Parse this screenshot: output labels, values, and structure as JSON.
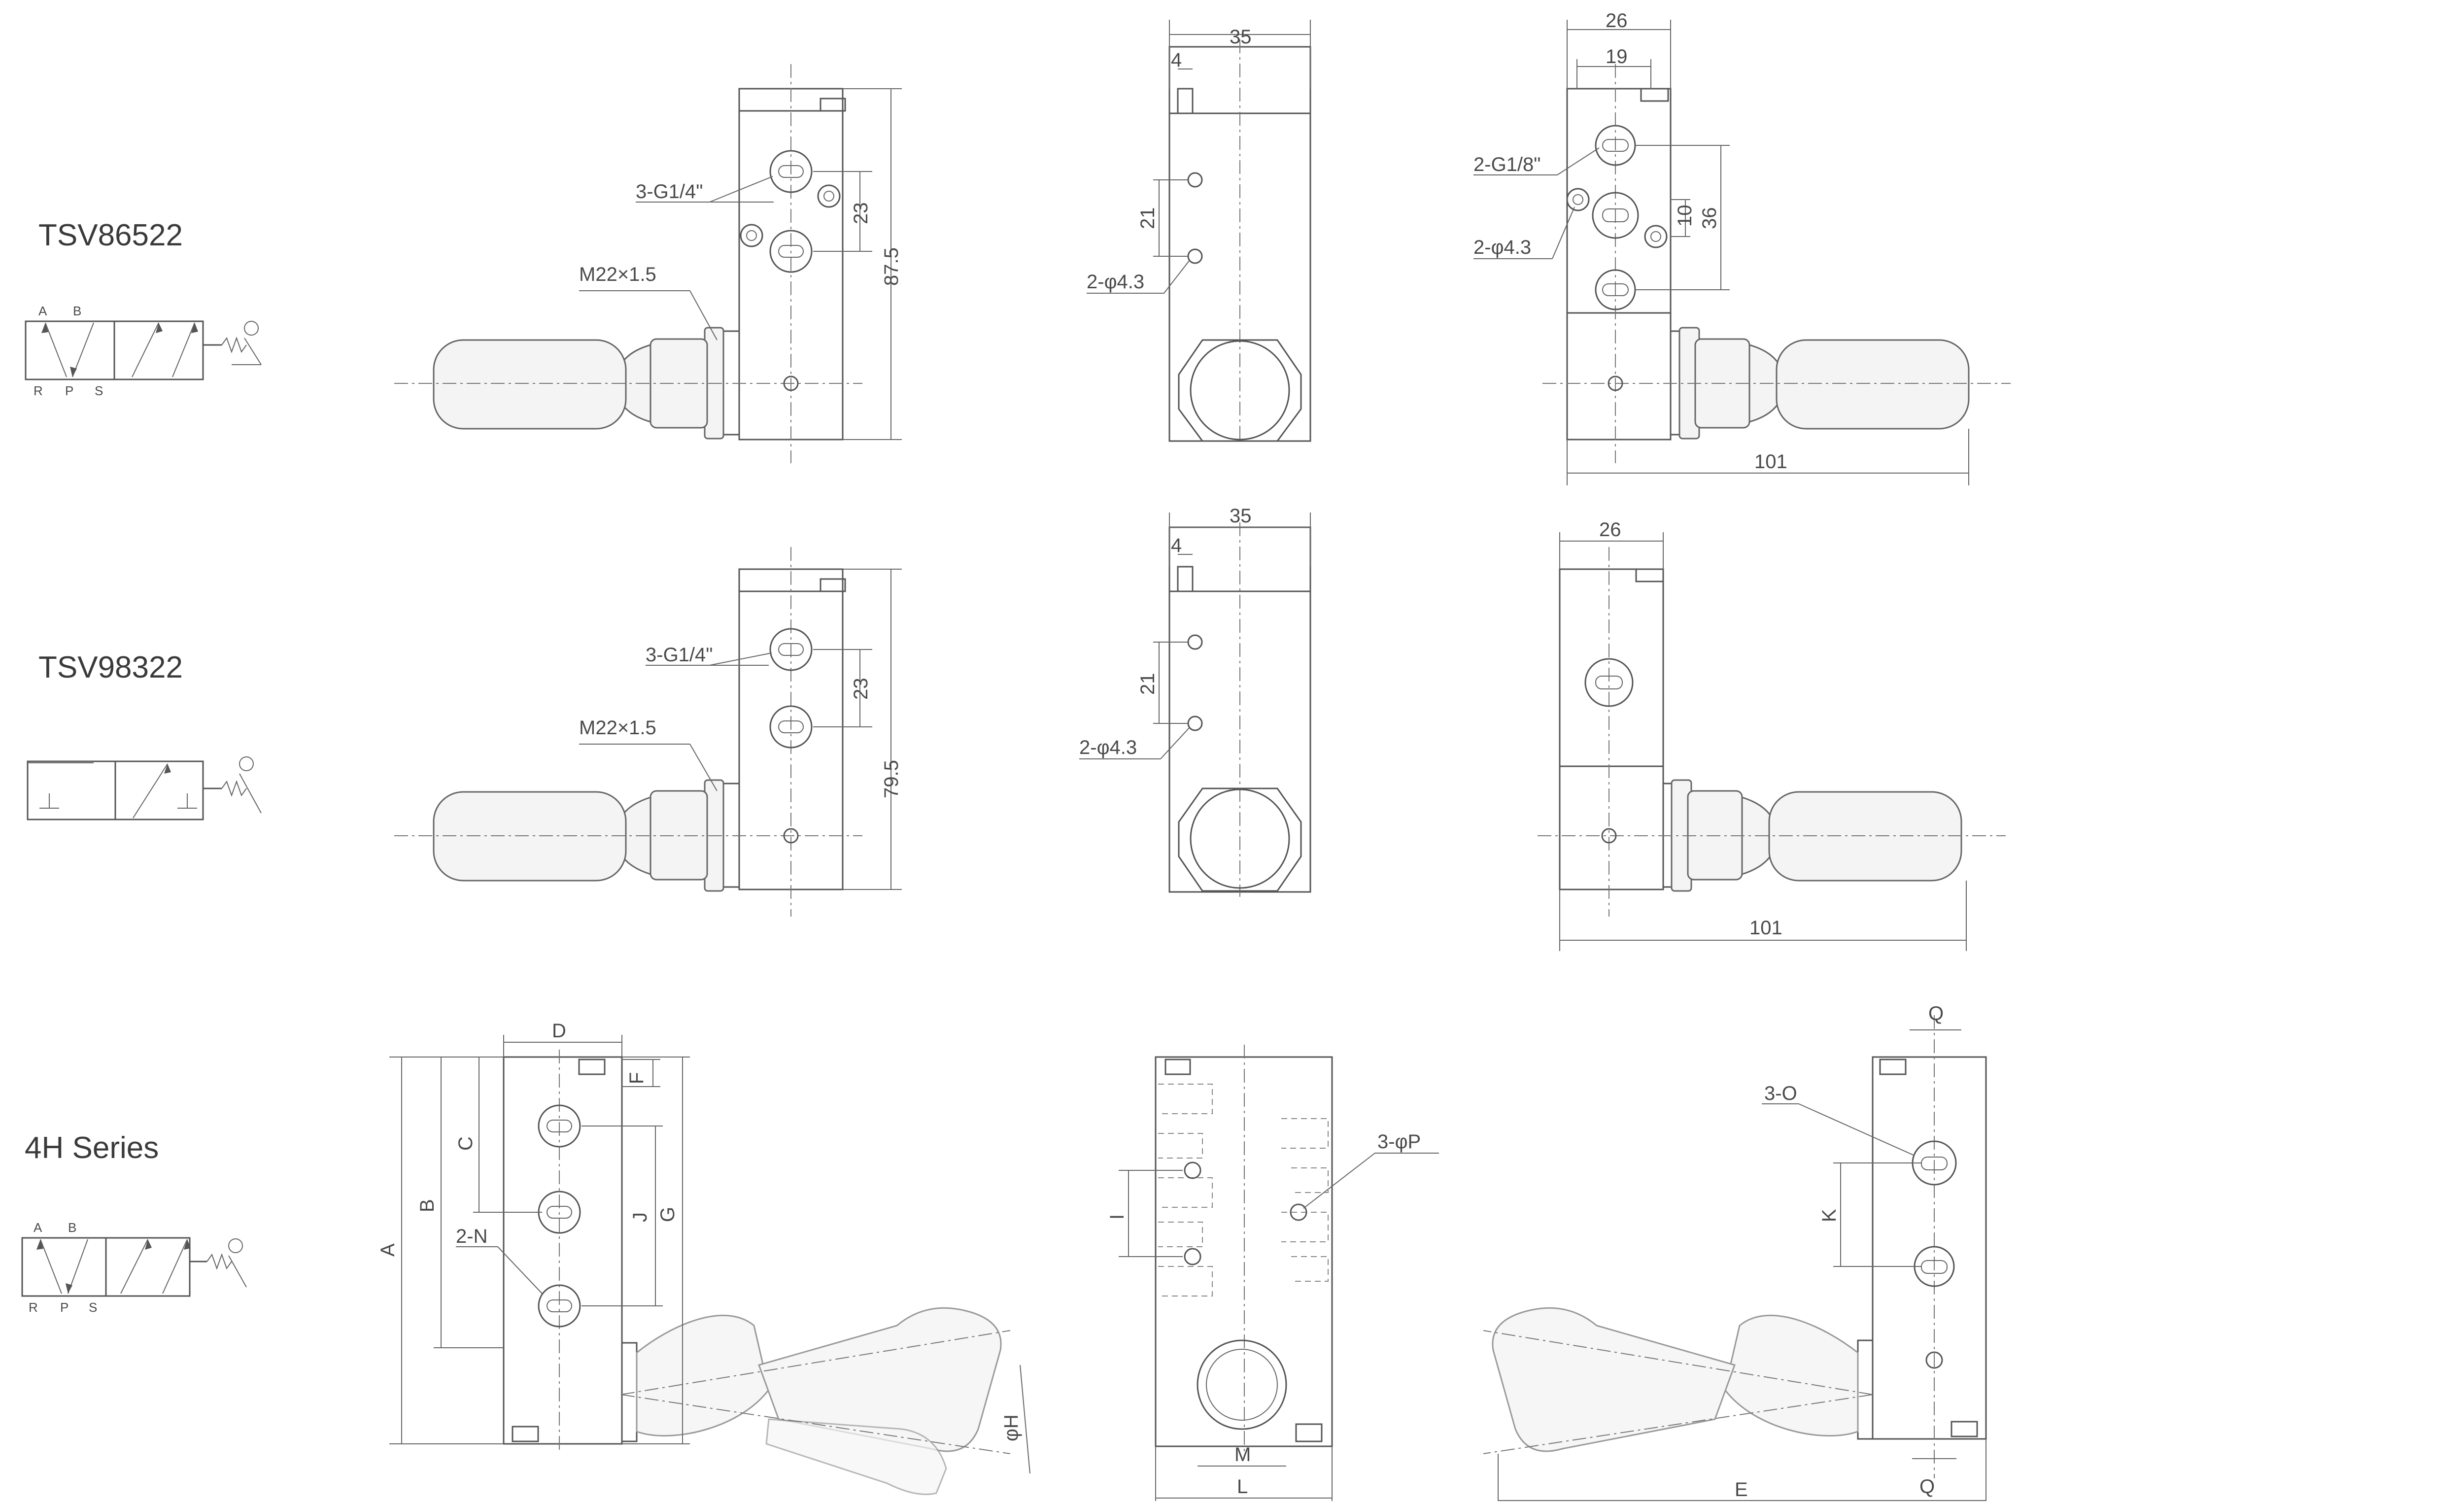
{
  "rows": [
    {
      "title": "TSV86522",
      "symbol": {
        "ports_top": [
          "A",
          "B"
        ],
        "ports_bottom": [
          "R",
          "P",
          "S"
        ]
      },
      "side_view": {
        "port_callout": "3-G1/4\"",
        "thread_callout": "M22×1.5",
        "dim_pitch": "23",
        "dim_height": "87.5"
      },
      "front_view": {
        "dim_width": "35",
        "dim_offset": "4",
        "dim_hole_pitch": "21",
        "hole_callout": "2-φ4.3"
      },
      "rear_view": {
        "dim_width": "26",
        "dim_inner": "19",
        "port_callout": "2-G1/8\"",
        "hole_callout": "2-φ4.3",
        "dim_small": "10",
        "dim_pitch": "36",
        "dim_length": "101"
      }
    },
    {
      "title": "TSV98322",
      "symbol": {
        "ports_top": [],
        "ports_bottom": []
      },
      "side_view": {
        "port_callout": "3-G1/4\"",
        "thread_callout": "M22×1.5",
        "dim_pitch": "23",
        "dim_height": "79.5"
      },
      "front_view": {
        "dim_width": "35",
        "dim_offset": "4",
        "dim_hole_pitch": "21",
        "hole_callout": "2-φ4.3"
      },
      "rear_view": {
        "dim_width": "26",
        "dim_length": "101"
      }
    },
    {
      "title": "4H Series",
      "symbol": {
        "ports_top": [
          "A",
          "B"
        ],
        "ports_bottom": [
          "R",
          "P",
          "S"
        ]
      },
      "side_view": {
        "dim_a": "A",
        "dim_b": "B",
        "dim_c": "C",
        "dim_d": "D",
        "dim_f": "F",
        "dim_j": "J",
        "dim_g": "G",
        "port_callout": "2-N",
        "dim_h": "φH"
      },
      "front_view": {
        "dim_i": "I",
        "hole_callout": "3-φP",
        "dim_m": "M",
        "dim_l": "L"
      },
      "rear_view": {
        "port_callout": "3-O",
        "dim_k": "K",
        "dim_q_top": "Q",
        "dim_q_bottom": "Q",
        "dim_e": "E"
      }
    }
  ]
}
